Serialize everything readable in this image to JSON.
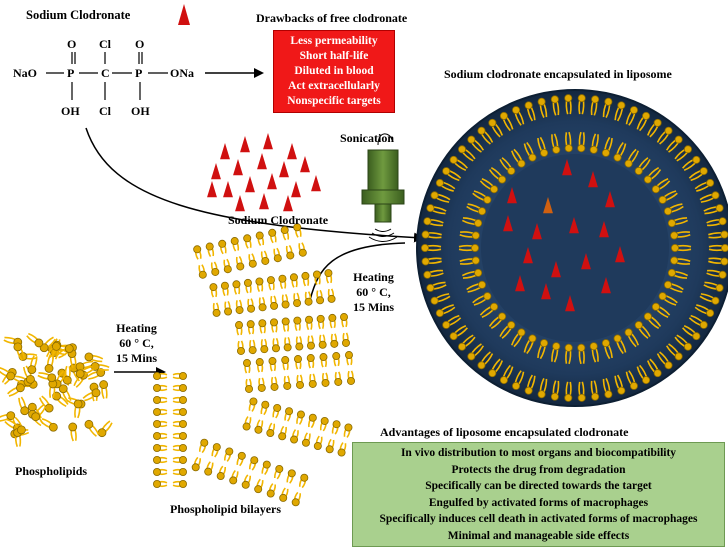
{
  "molecule": {
    "title": "Sodium Clodronate",
    "atoms": {
      "o1": "O",
      "cl1": "Cl",
      "o2": "O",
      "nao": "NaO",
      "p1": "P",
      "c": "C",
      "p2": "P",
      "ona": "ONa",
      "oh1": "OH",
      "cl2": "Cl",
      "oh2": "OH"
    }
  },
  "drawbacks": {
    "title": "Drawbacks of free clodronate",
    "items": [
      "Less permeability",
      "Short half-life",
      "Diluted in blood",
      "Act extracellularly",
      "Nonspecific targets"
    ]
  },
  "drug_pile_label": "Sodium Clodronate",
  "sonication_label": "Sonication",
  "liposome_title": "Sodium clodronate encapsulated in liposome",
  "heating1": {
    "line1": "Heating",
    "line2": "60 ° C,",
    "line3": "15 Mins"
  },
  "heating2": {
    "line1": "Heating",
    "line2": "60 ° C,",
    "line3": "15 Mins"
  },
  "phospholipids_label": "Phospholipids",
  "bilayers_label": "Phospholipid bilayers",
  "advantages": {
    "title": "Advantages of liposome encapsulated clodronate",
    "items": [
      "In vivo distribution to most organs and biocompatibility",
      "Protects the drug from degradation",
      "Specifically can be directed towards the target",
      "Engulfed by activated forms of macrophages",
      "Specifically induces cell death in activated forms of macrophages",
      "Minimal and manageable side effects"
    ]
  },
  "colors": {
    "drug_red": "#d01010",
    "drawbacks_bg": "#f01818",
    "advantages_bg": "#a9d08e",
    "liposome_core": "#1f3a5c",
    "lipid_head": "#e0a800",
    "lipid_tail": "#f2b600",
    "sonicator_green": "#4f7a2a"
  }
}
